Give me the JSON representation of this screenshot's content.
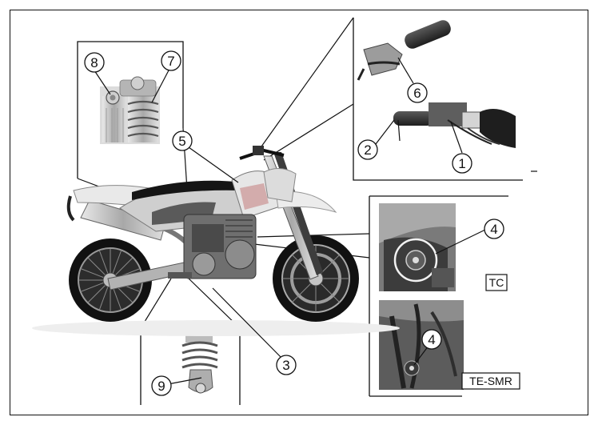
{
  "callouts": [
    {
      "id": "1",
      "label": "1"
    },
    {
      "id": "2",
      "label": "2"
    },
    {
      "id": "3",
      "label": "3"
    },
    {
      "id": "4a",
      "label": "4"
    },
    {
      "id": "4b",
      "label": "4"
    },
    {
      "id": "5",
      "label": "5"
    },
    {
      "id": "6",
      "label": "6"
    },
    {
      "id": "7",
      "label": "7"
    },
    {
      "id": "8",
      "label": "8"
    },
    {
      "id": "9",
      "label": "9"
    }
  ],
  "variant_tags": {
    "tc": "TC",
    "te_smr": "TE-SMR"
  },
  "colors": {
    "line": "#111111",
    "photo_dark": "#3a3a3a",
    "photo_mid": "#8a8a8a",
    "photo_light": "#cfcfcf"
  }
}
